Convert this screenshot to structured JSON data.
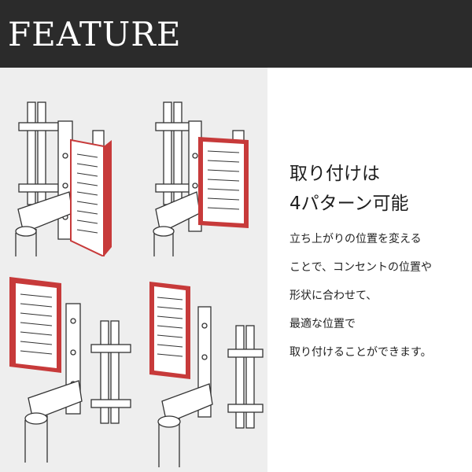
{
  "header": {
    "title": "FEATURE"
  },
  "colors": {
    "header_bg": "#2b2b2b",
    "panel_bg": "#eeeeee",
    "accent_red": "#c73a3a"
  },
  "content": {
    "heading_lines": [
      "取り付けは",
      "4パターン可能"
    ],
    "body_lines": [
      "立ち上がりの位置を変える",
      "ことで、コンセントの位置や",
      "形状に合わせて、",
      "最適な位置で",
      "取り付けることができます。"
    ]
  }
}
